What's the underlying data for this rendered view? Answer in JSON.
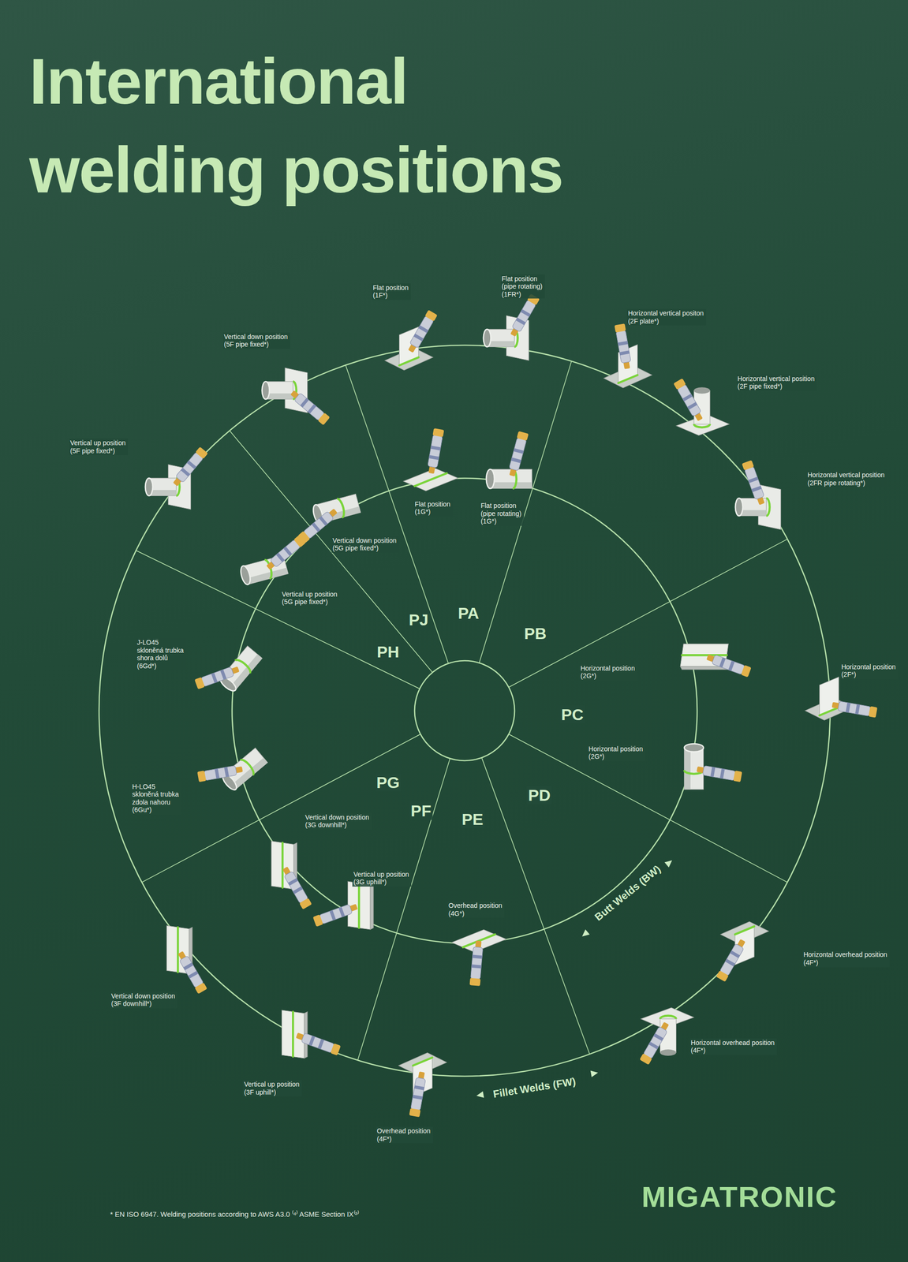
{
  "diagram": {
    "title": "International welding positions",
    "labels": [
      "Flat position (1F*)",
      "Flat position (pipe rotating) (1FR*)",
      "Horizontal vertical positon (2F plate*)",
      "Horizontal vertical position (2F pipe fixed*)",
      "Horizontal vertical position (2FR pipe rotating*)",
      "Horizontal position (2F*)",
      "Horizontal overhead position (4F*)",
      "Horizontal overhead position (4F*)",
      "Overhead position (4F*)",
      "Vertical up position (3F uphill*)",
      "Vertical down position (3F downhill*)",
      "Vertical up position (5F pipe fixed*)",
      "Vertical down position (5F pipe fixed*)",
      "Flat position (1G*)",
      "Flat position (pipe rotating) (1G*)",
      "Horizontal position (2G*)",
      "Horizontal position (2G*)",
      "Overhead position (4G*)",
      "Vertical up position (3G uphill*)",
      "Vertical down position (3G downhill*)",
      "H-LO45 skloněná trubka zdola nahoru (6Gu*)",
      "J-LO45 skloněná trubka shora dolů (6Gd*)",
      "Vertical up position (5G pipe fixed*)",
      "Vertical down position (5G pipe fixed*)",
      "PA",
      "PB",
      "PC",
      "PD",
      "PE",
      "PF",
      "PG",
      "PH",
      "PJ",
      "Butt Welds (BW)",
      "Fillet Welds (FW)",
      "MIGATRONIC",
      "* EN ISO 6947. Welding positions according to AWS A3.0 ⁽⁴⁾ ASME Section IX⁽³⁾"
    ]
  }
}
